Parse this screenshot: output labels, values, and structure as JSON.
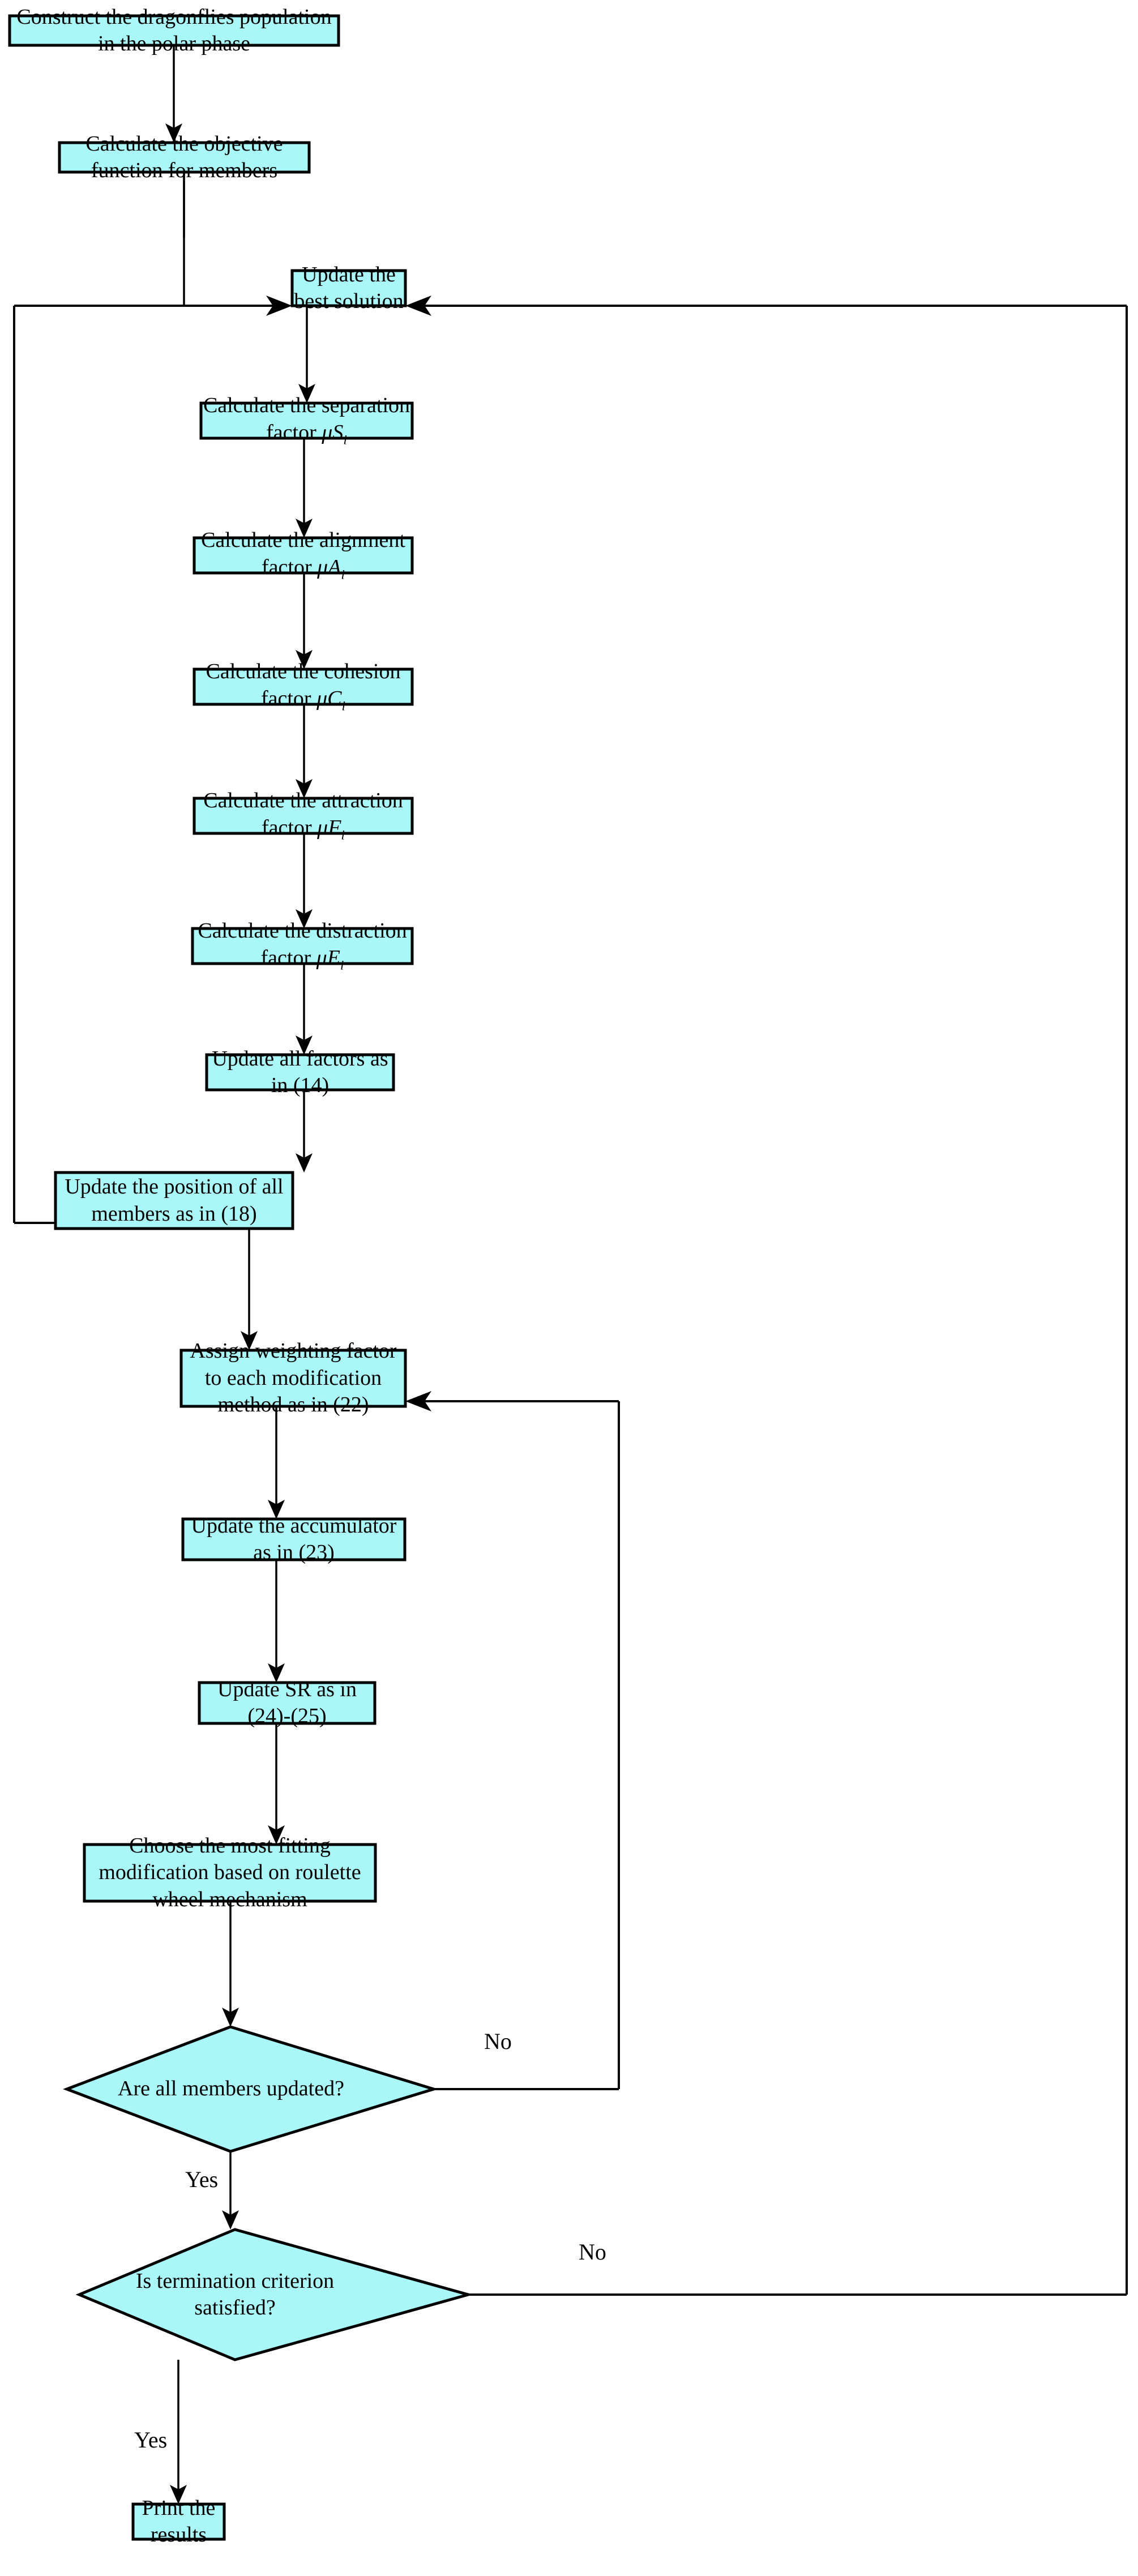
{
  "diagram": {
    "title": "Dragonfly algorithm flowchart",
    "colors": {
      "node_fill": "#aaf7f7",
      "node_stroke": "#000000",
      "connector": "#000000",
      "background": "#ffffff"
    },
    "nodes": [
      {
        "id": "construct",
        "shape": "process",
        "text": "Construct the dragonflies population in the polar phase"
      },
      {
        "id": "objective",
        "shape": "process",
        "text": "Calculate the objective function for members"
      },
      {
        "id": "best",
        "shape": "process",
        "text": "Update the best solution"
      },
      {
        "id": "separation",
        "shape": "process",
        "text": "Calculate the separation factor μSi",
        "prefix": "Calculate the separation factor ",
        "mu": "μ",
        "var": "S",
        "sub": "i"
      },
      {
        "id": "alignment",
        "shape": "process",
        "text": "Calculate the alignment factor μAi",
        "prefix": "Calculate the alignment factor ",
        "mu": "μ",
        "var": "A",
        "sub": "i"
      },
      {
        "id": "cohesion",
        "shape": "process",
        "text": "Calculate the cohesion factor μCi",
        "prefix": "Calculate the cohesion factor ",
        "mu": "μ",
        "var": "C",
        "sub": "i"
      },
      {
        "id": "attraction",
        "shape": "process",
        "text": "Calculate the attraction factor μFi",
        "prefix": "Calculate the attraction factor ",
        "mu": "μ",
        "var": "F",
        "sub": "i"
      },
      {
        "id": "distraction",
        "shape": "process",
        "text": "Calculate the distraction factor μEi",
        "prefix": "Calculate the distraction factor ",
        "mu": "μ",
        "var": "E",
        "sub": "i"
      },
      {
        "id": "allfactors",
        "shape": "process",
        "text": "Update all factors as in (14)"
      },
      {
        "id": "position",
        "shape": "process",
        "text": "Update the position of all members as in (18)"
      },
      {
        "id": "weighting",
        "shape": "process",
        "text": "Assign weighting factor to each modification method as in (22)"
      },
      {
        "id": "accumulator",
        "shape": "process",
        "text": "Update the accumulator as in (23)"
      },
      {
        "id": "sr",
        "shape": "process",
        "text": "Update SR as in (24)-(25)"
      },
      {
        "id": "choose",
        "shape": "process",
        "text": "Choose the most fitting modification based on roulette wheel mechanism"
      },
      {
        "id": "members",
        "shape": "decision",
        "text": "Are all members updated?"
      },
      {
        "id": "termination",
        "shape": "decision",
        "text": "Is termination criterion satisfied?"
      },
      {
        "id": "print",
        "shape": "process",
        "text": "Print the results"
      }
    ],
    "edge_labels": {
      "members_no": "No",
      "members_yes": "Yes",
      "termination_no": "No",
      "termination_yes": "Yes"
    }
  }
}
